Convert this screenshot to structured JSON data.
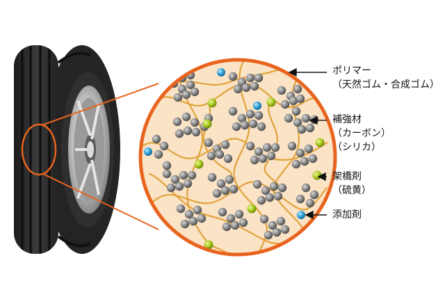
{
  "labels": {
    "polymer": {
      "line1": "ポリマー",
      "line2": "（天然ゴム・合成ゴム）"
    },
    "filler": {
      "line1": "補強材",
      "line2": "（カーボン）",
      "line3": "（シリカ）"
    },
    "crosslinker": {
      "line1": "架橋剤",
      "line2": "（硫黄）"
    },
    "additive": {
      "line1": "添加剤"
    }
  },
  "colors": {
    "accent": "#e8641e",
    "circle_fill": "#fbe3c6",
    "polymer_chain": "#e0a33b",
    "filler_particle": "#8a8a8a",
    "crosslink_node": "#a8c81c",
    "additive_particle": "#2d9fd8"
  }
}
